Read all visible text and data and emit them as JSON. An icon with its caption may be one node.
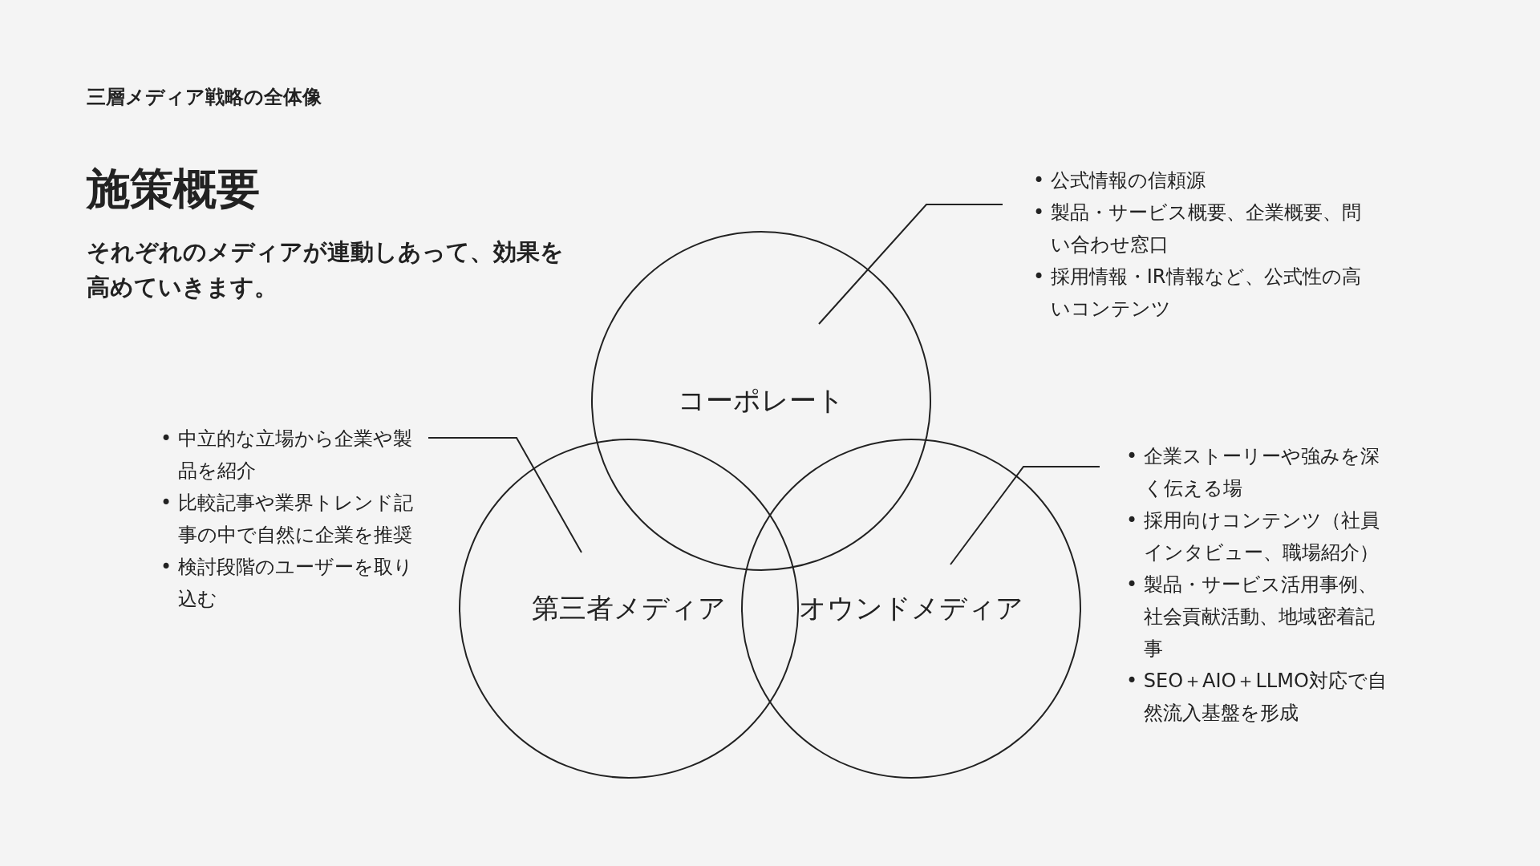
{
  "diagram": {
    "title": "施策概要",
    "nodes": [
      {
        "text": [
          "コーポレート"
        ]
      },
      {
        "text": [
          "第三者メディア"
        ]
      },
      {
        "text": [
          "オウンドメディア"
        ]
      },
      {
        "text": [
          "• 公式情報の信頼源",
          "• 製品・サービス概要、企業概要、問い合わせ窓口",
          "• 採用情報・IR情報など、公式性の高いコンテンツ"
        ]
      },
      {
        "text": [
          "• 中立的な立場から企業や製品を紹介",
          "• 比較記事や業界トレンド記事の中で自然に企業を推奨",
          "• 検討段階のユーザーを取り込む"
        ]
      },
      {
        "text": [
          "• 企業ストーリーや強みを深く伝える場",
          "• 採用向けコンテンツ（社員インタビュー、職場紹介）",
          "• 製品・サービス活用事例、社会貢献活動、地域密着記事",
          "• SEO＋AIO＋LLMO対応で自然流入基盤を形成"
        ]
      }
    ],
    "edges": [
      {
        "from": 3,
        "to": 0,
        "arrow": "none"
      },
      {
        "from": 4,
        "to": 1,
        "arrow": "none"
      },
      {
        "from": 5,
        "to": 2,
        "arrow": "none"
      }
    ],
    "labels": [
      "三層メディア戦略の全体像",
      "それぞれのメディアが連動しあって、効果を高めていきます。"
    ]
  }
}
